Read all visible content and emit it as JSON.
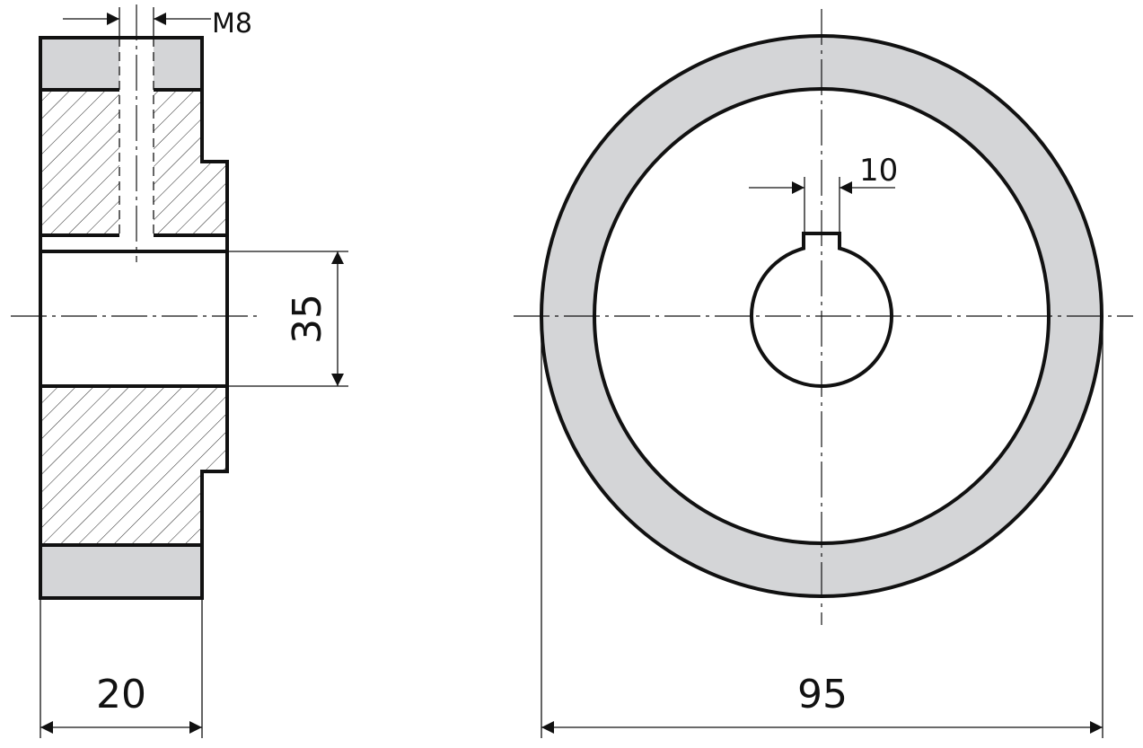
{
  "labels": {
    "thread": "M8",
    "keyway_width": "10",
    "bore_diameter": "35",
    "width": "20",
    "outer_diameter": "95"
  },
  "colors": {
    "fill_gray": "#d4d5d7",
    "line": "#111111"
  }
}
